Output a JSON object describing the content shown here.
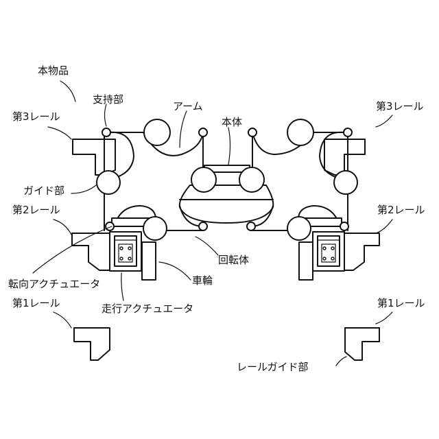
{
  "labels": {
    "honbutsuhin": "本物品",
    "shijibu": "支持部",
    "arm": "アーム",
    "hontai": "本体",
    "third_rail_left": "第3レール",
    "third_rail_right": "第3レール",
    "guide": "ガイド部",
    "second_rail_left": "第2レール",
    "second_rail_right": "第2レール",
    "kaitentai": "回転体",
    "sharin": "車輪",
    "tenko_actuator": "転向アクチュエータ",
    "soko_actuator": "走行アクチュエータ",
    "first_rail_left": "第1レール",
    "first_rail_right": "第1レール",
    "rail_guide": "レールガイド部"
  }
}
